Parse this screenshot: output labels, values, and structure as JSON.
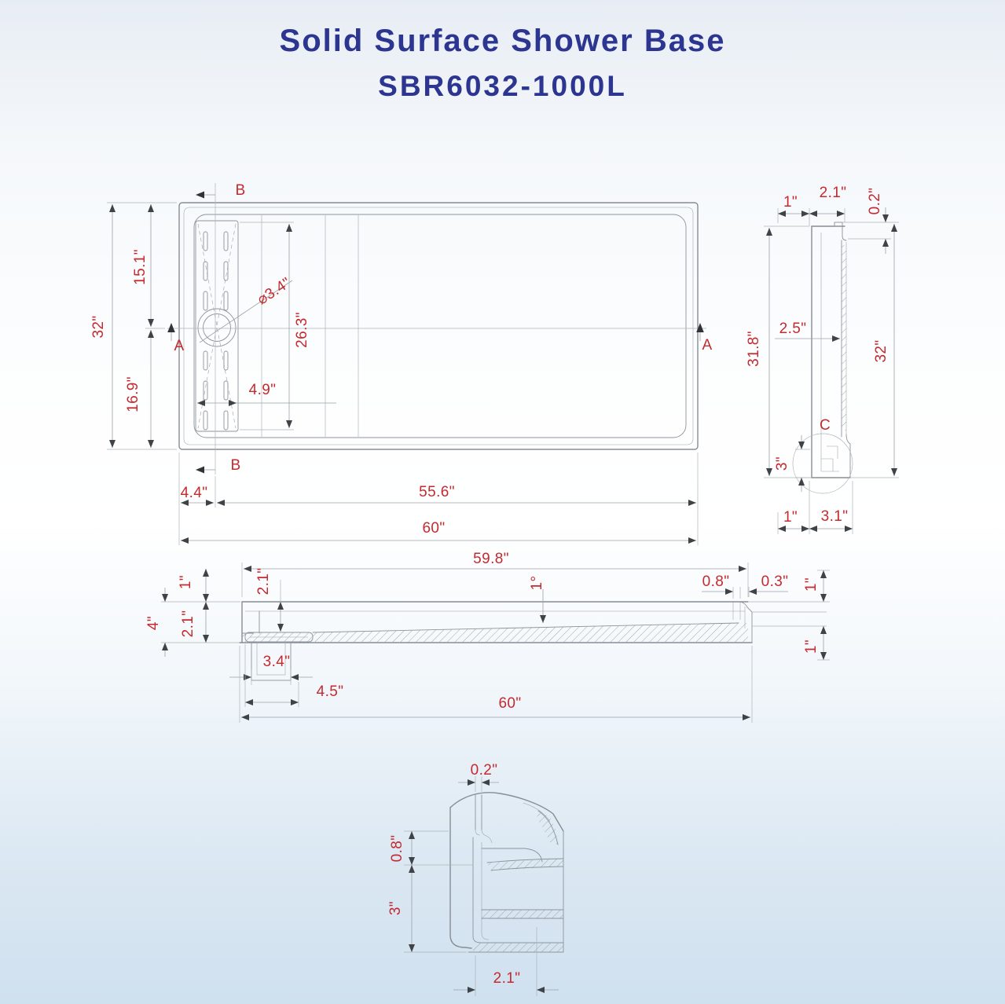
{
  "title": {
    "heading": "Solid Surface Shower Base",
    "model": "SBR6032-1000L"
  },
  "colors": {
    "title_navy": "#2c3590",
    "dimension_red": "#c42a2e",
    "line_gray": "#8d949b"
  },
  "top_view": {
    "labels": {
      "overall_width": "32\"",
      "upper_offset": "15.1\"",
      "lower_offset": "16.9\"",
      "section_b": "B",
      "section_a": "A",
      "drain_diameter": "⌀3.4\"",
      "grate_length": "26.3\"",
      "grate_width": "4.9\"",
      "drain_center_from_left": "4.4\"",
      "center_to_right": "55.6\"",
      "overall_length": "60\""
    }
  },
  "side_view": {
    "labels": {
      "top_1": "1\"",
      "top_21": "2.1\"",
      "lip": "0.2\"",
      "inner_height": "31.8\"",
      "wall_thickness": "2.5\"",
      "overall_height": "32\"",
      "detail_mark": "C",
      "corner_height": "3\"",
      "bottom_1": "1\"",
      "bottom_31": "3.1\""
    }
  },
  "front_section": {
    "labels": {
      "top_span": "59.8\"",
      "left_1": "1\"",
      "left_21": "2.1\"",
      "left_total": "4\"",
      "inner_21": "2.1\"",
      "slope": "1°",
      "right_08": "0.8\"",
      "right_03": "0.3\"",
      "right_1_top": "1\"",
      "right_1_bottom": "1\"",
      "drain_width": "3.4\"",
      "drain_offset": "4.5\"",
      "overall_length": "60\""
    }
  },
  "detail_c": {
    "labels": {
      "lip_gap": "0.2\"",
      "upper_height": "0.8\"",
      "lower_height": "3\"",
      "width": "2.1\""
    }
  }
}
